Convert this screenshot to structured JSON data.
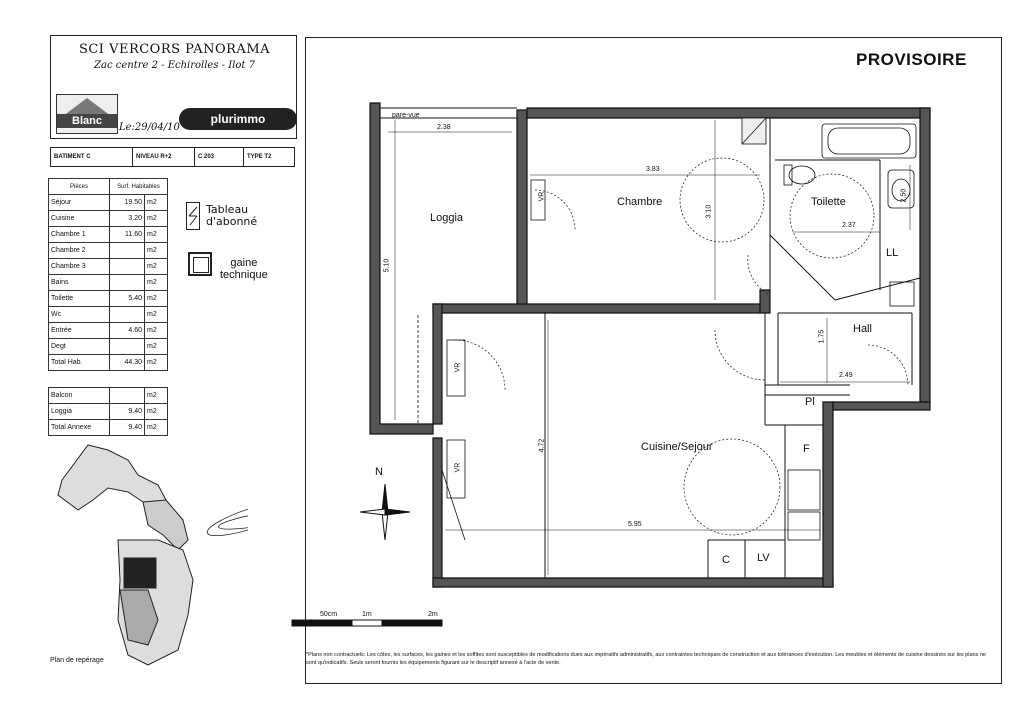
{
  "header": {
    "title": "SCI VERCORS PANORAMA",
    "subtitle": "Zac centre 2 - Echirolles - Ilot 7",
    "logo_left": "Blanc",
    "date": "Le:29/04/10",
    "logo_right": "plurimmo"
  },
  "infobar": {
    "batiment": "BATIMENT C",
    "niveau": "NIVEAU R+2",
    "lot": "C 203",
    "type": "TYPE T2"
  },
  "rooms_table": {
    "headers": [
      "Pièces",
      "Surf. Habitables"
    ],
    "rows": [
      [
        "Séjour",
        "19.50",
        "m2"
      ],
      [
        "Cuisine",
        "3.20",
        "m2"
      ],
      [
        "Chambre 1",
        "11.60",
        "m2"
      ],
      [
        "Chambre 2",
        "",
        "m2"
      ],
      [
        "Chambre 3",
        "",
        "m2"
      ],
      [
        "Bains",
        "",
        "m2"
      ],
      [
        "Toilette",
        "5.40",
        "m2"
      ],
      [
        "Wc",
        "",
        "m2"
      ],
      [
        "Entrée",
        "4.60",
        "m2"
      ],
      [
        "Degt",
        "",
        "m2"
      ],
      [
        "Total Hab.",
        "44.30",
        "m2"
      ]
    ]
  },
  "annex_table": {
    "rows": [
      [
        "Balcon",
        "",
        "m2"
      ],
      [
        "Loggia",
        "9.40",
        "m2"
      ],
      [
        "Total Annexe",
        "9.40",
        "m2"
      ]
    ]
  },
  "legend": {
    "tableau": "Tableau\nd'abonné",
    "gaine": "gaine\ntechnique"
  },
  "sitemap_label": "Plan de repérage",
  "plan": {
    "stamp": "PROVISOIRE",
    "rooms": {
      "loggia": "Loggia",
      "chambre": "Chambre",
      "toilette": "Toilette",
      "hall": "Hall",
      "cuisine_sejour": "Cuisine/Sejour",
      "pl": "Pl",
      "f": "F",
      "c": "C",
      "lv": "LV",
      "ll": "LL",
      "pare_vue": "pare-vue",
      "vr": "VR"
    },
    "dimensions": {
      "loggia_w": "2.38",
      "loggia_h": "5.10",
      "chambre_w": "3.83",
      "chambre_h": "3.10",
      "toilette_w": "2.37",
      "toilette_h": "2.50",
      "hall_h": "1.75",
      "hall_w": "2.49",
      "sejour_h": "4.72",
      "sejour_w": "5.95"
    },
    "compass": "N",
    "scale": [
      "50cm",
      "1m",
      "2m"
    ],
    "disclaimer": "*Plans non contractuels: Les côtes, les surfaces, les gaines et les soffites sont susceptibles de modifications dues aux impératifs administratifs, aux contraintes techniques de construction et aux tolérances d'exécution. Les meubles et éléments de cuisine dessinés sur les plans ne sont qu'indicatifs. Seuls seront fournis les équipements figurant sur le descriptif annexé à l'acte de vente."
  }
}
